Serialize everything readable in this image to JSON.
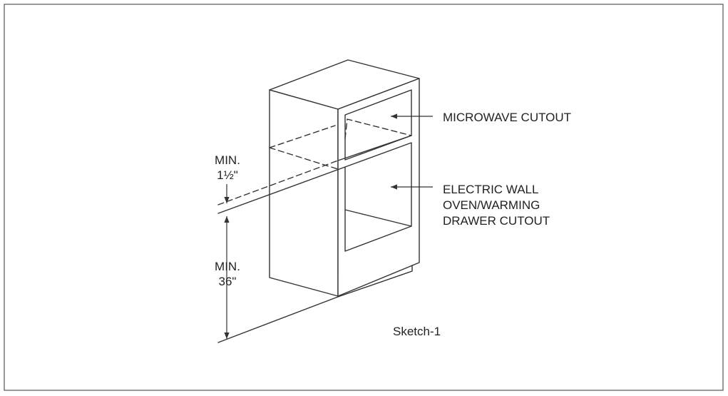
{
  "labels": {
    "microwave": "MICROWAVE CUTOUT",
    "oven_line1": "ELECTRIC WALL",
    "oven_line2": "OVEN/WARMING",
    "oven_line3": "DRAWER CUTOUT",
    "min_top_line1": "MIN.",
    "min_top_line2": "1½\"",
    "min_bottom_line1": "MIN.",
    "min_bottom_line2": "36\"",
    "sketch": "Sketch-1"
  },
  "colors": {
    "line": "#333333",
    "text": "#222222",
    "background": "#ffffff"
  }
}
